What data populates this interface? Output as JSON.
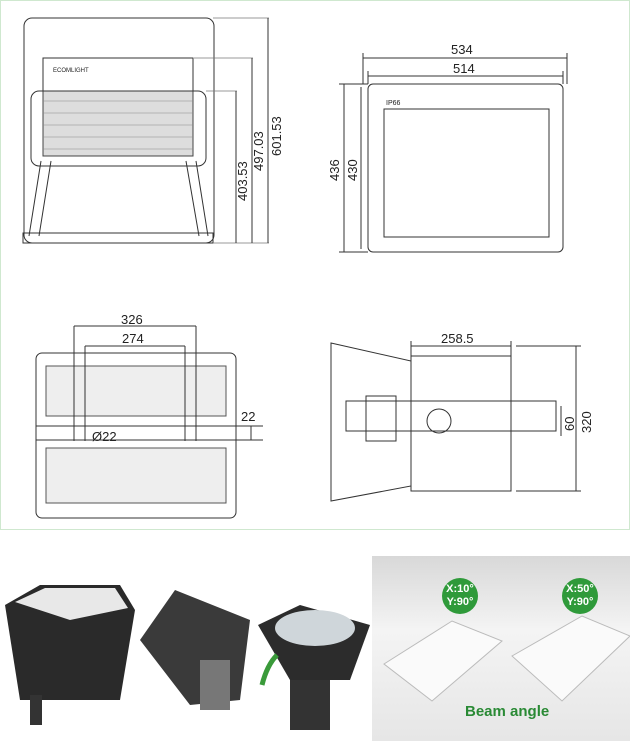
{
  "front_view": {
    "dims": [
      "403.53",
      "497.03",
      "601.53"
    ],
    "logo_text": "ECOMLIGHT"
  },
  "back_view": {
    "dims": [
      "534",
      "514",
      "436",
      "430"
    ],
    "label": "IP66"
  },
  "bottom_view": {
    "dims": [
      "326",
      "274",
      "22",
      "Ø22"
    ]
  },
  "side_view": {
    "dims": [
      "258.5",
      "60",
      "320"
    ]
  },
  "beam_angle": {
    "badges": [
      {
        "x": "X:10°",
        "y": "Y:90°"
      },
      {
        "x": "X:50°",
        "y": "Y:90°"
      }
    ],
    "label": "Beam angle",
    "accent_color": "#2f9a3a"
  }
}
